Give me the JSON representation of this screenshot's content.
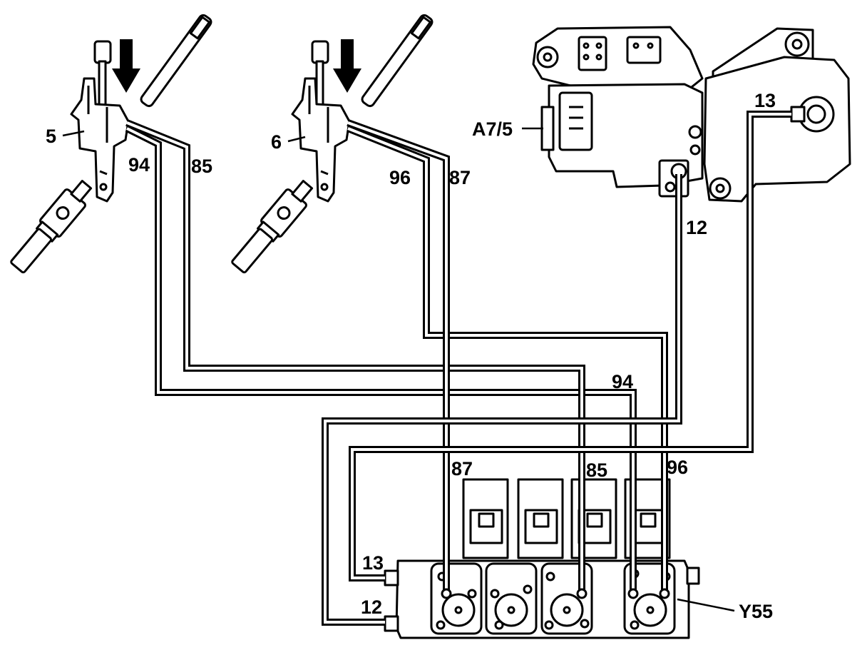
{
  "components": {
    "actuator_left": {
      "label": "5"
    },
    "actuator_right": {
      "label": "6"
    },
    "control_unit": {
      "label": "A7/5"
    },
    "valve_block": {
      "label": "Y55"
    }
  },
  "lines": {
    "left_94": "94",
    "left_85": "85",
    "right_96": "96",
    "right_87": "87",
    "mid_94": "94",
    "block_87": "87",
    "block_85": "85",
    "block_96": "96",
    "cu_12": "12",
    "cu_13": "13",
    "block_13": "13",
    "block_12": "12"
  },
  "colors": {
    "ink": "#000000",
    "paper": "#ffffff"
  }
}
